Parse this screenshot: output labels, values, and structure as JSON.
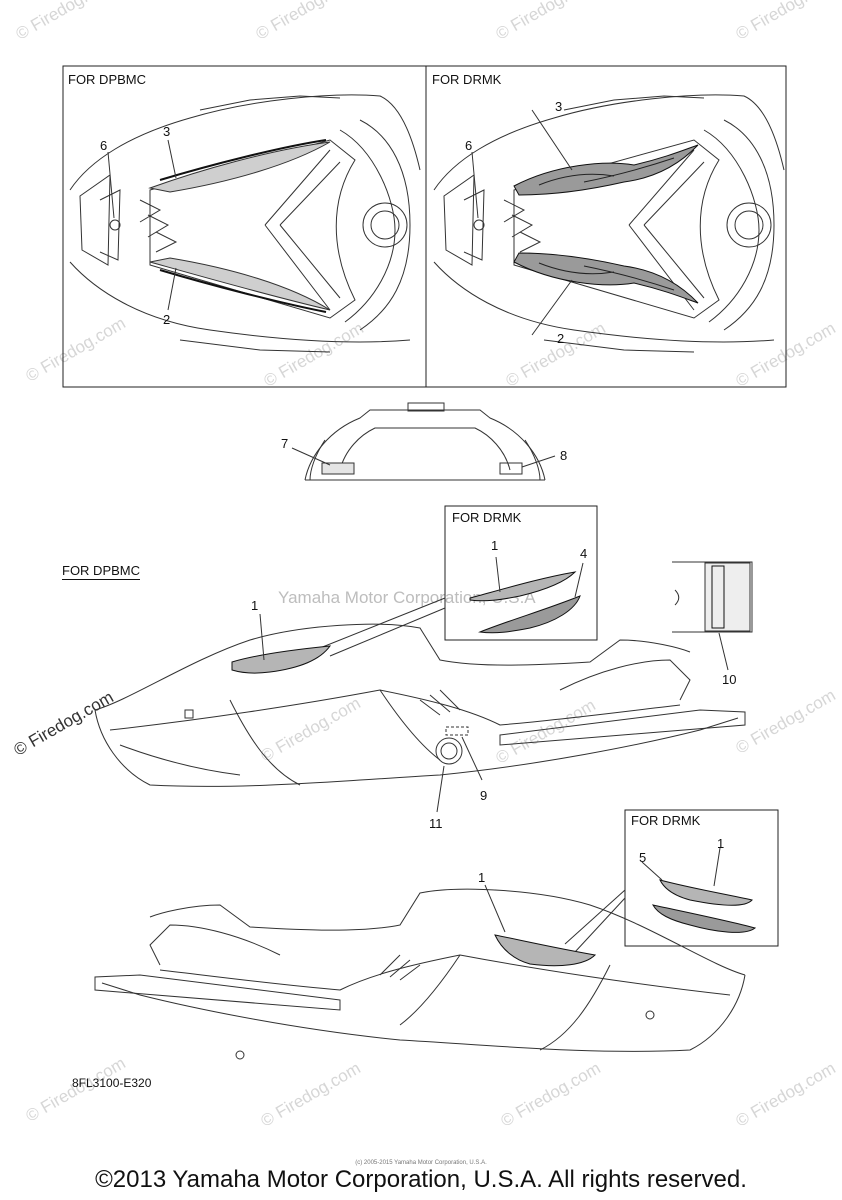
{
  "watermark": "© Firedog.com",
  "center_watermark": "Yamaha Motor Corporation, U.S.A",
  "panels": {
    "top_left_label": "FOR DPBMC",
    "top_right_label": "FOR DRMK",
    "mid_inset_label": "FOR DRMK",
    "mid_side_label": "FOR DPBMC",
    "bottom_inset_label": "FOR DRMK"
  },
  "callouts": {
    "tl_6": "6",
    "tl_3": "3",
    "tl_2": "2",
    "tr_6": "6",
    "tr_3": "3",
    "tr_2": "2",
    "rear_7": "7",
    "rear_8": "8",
    "inset_1": "1",
    "inset_4": "4",
    "side_1": "1",
    "side_10": "10",
    "side_9": "9",
    "side_11": "11",
    "bottom_inset_5": "5",
    "bottom_inset_1": "1",
    "bottom_1": "1"
  },
  "drawing_code": "8FL3100-E320",
  "footer": {
    "copyright": "©2013 Yamaha Motor Corporation, U.S.A. All rights reserved.",
    "fine_print": "(c) 2005-2015 Yamaha Motor Corporation, U.S.A."
  }
}
